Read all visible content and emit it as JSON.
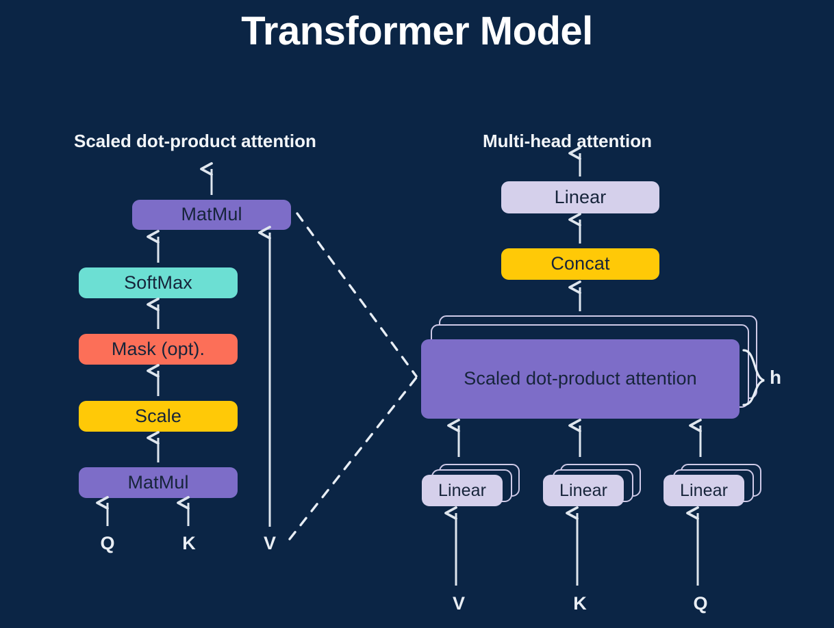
{
  "title": "Transformer Model",
  "colors": {
    "background": "#0b2545",
    "purple": "#7d6dc8",
    "teal": "#6cdfd3",
    "salmon": "#fc6f58",
    "yellow": "#ffc907",
    "lavender": "#d5d0eb",
    "text_light": "#f2f5f8",
    "text_dark": "#16243a"
  },
  "left_panel": {
    "caption": "Scaled dot-product attention",
    "nodes": [
      {
        "label": "MatMul",
        "color": "purple"
      },
      {
        "label": "SoftMax",
        "color": "teal"
      },
      {
        "label": "Mask (opt).",
        "color": "salmon"
      },
      {
        "label": "Scale",
        "color": "yellow"
      },
      {
        "label": "MatMul",
        "color": "purple"
      }
    ],
    "inputs": [
      "Q",
      "K",
      "V"
    ]
  },
  "right_panel": {
    "caption": "Multi-head attention",
    "nodes": [
      {
        "label": "Linear",
        "color": "lavender"
      },
      {
        "label": "Concat",
        "color": "yellow"
      },
      {
        "label": "Scaled dot-product attention",
        "color": "purple",
        "stacked": true
      }
    ],
    "projections": [
      {
        "label": "Linear",
        "color": "lavender",
        "stacked": true
      },
      {
        "label": "Linear",
        "color": "lavender",
        "stacked": true
      },
      {
        "label": "Linear",
        "color": "lavender",
        "stacked": true
      }
    ],
    "heads_label": "h",
    "inputs": [
      "V",
      "K",
      "Q"
    ]
  },
  "chart_data": {
    "type": "diagram",
    "title": "Transformer Model",
    "panels": [
      {
        "name": "Scaled dot-product attention",
        "flow": [
          "Q",
          "K",
          "MatMul",
          "Scale",
          "Mask (opt).",
          "SoftMax",
          "MatMul"
        ],
        "side_input": "V",
        "side_input_target": "MatMul (top)"
      },
      {
        "name": "Multi-head attention",
        "flow": [
          "V",
          "K",
          "Q",
          "Linear x3",
          "Scaled dot-product attention (xh)",
          "Concat",
          "Linear"
        ],
        "heads": "h"
      }
    ],
    "connections": [
      {
        "from": "Scaled dot-product attention panel",
        "to": "Scaled dot-product attention block",
        "style": "dashed"
      }
    ]
  }
}
